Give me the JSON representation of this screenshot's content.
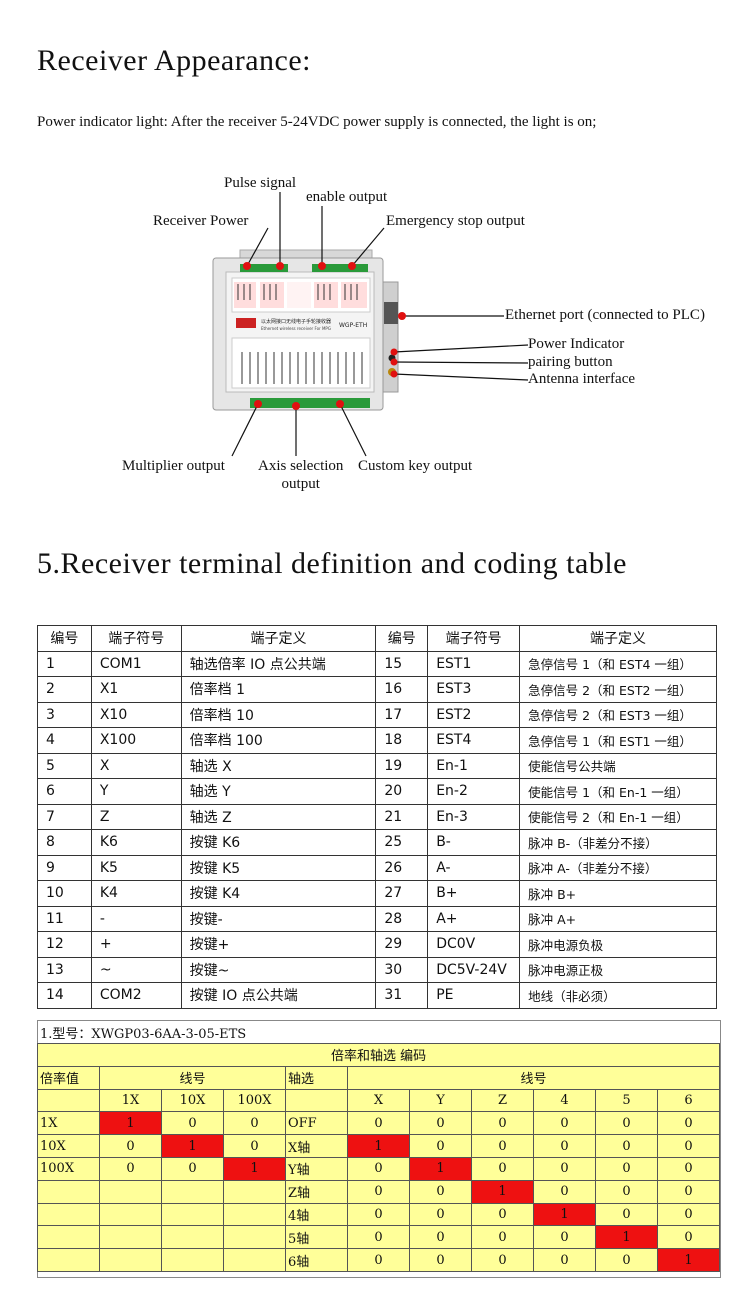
{
  "heading_appearance": "Receiver Appearance:",
  "power_note": "Power indicator light: After the receiver 5-24VDC power supply is connected, the light is on;",
  "device_labels": {
    "pulse_signal": "Pulse signal",
    "enable_output": "enable output",
    "receiver_power": "Receiver Power",
    "emergency_stop": "Emergency stop output",
    "ethernet_port": "Ethernet port (connected to PLC)",
    "power_indicator": "Power Indicator",
    "pairing_button": "pairing button",
    "antenna": "Antenna interface",
    "multiplier_output": "Multiplier output",
    "axis_selection_1": "Axis selection",
    "axis_selection_2": "output",
    "custom_key_output": "Custom key output"
  },
  "device_text": {
    "brand": "以太网接口无线电子手轮接收器",
    "sub": "Ethernet wireless receiver For MPG",
    "model": "WGP-ETH"
  },
  "heading_terminal": "5.Receiver terminal definition and coding table",
  "terminal_headers": [
    "编号",
    "端子符号",
    "端子定义",
    "编号",
    "端子符号",
    "端子定义"
  ],
  "terminal_rows": [
    [
      "1",
      "COM1",
      "轴选倍率 IO 点公共端",
      "15",
      "EST1",
      "急停信号 1（和 EST4 一组）"
    ],
    [
      "2",
      "X1",
      "倍率档 1",
      "16",
      "EST3",
      "急停信号 2（和 EST2 一组）"
    ],
    [
      "3",
      "X10",
      "倍率档 10",
      "17",
      "EST2",
      "急停信号 2（和 EST3 一组）"
    ],
    [
      "4",
      "X100",
      "倍率档 100",
      "18",
      "EST4",
      "急停信号 1（和 EST1 一组）"
    ],
    [
      "5",
      "X",
      "轴选 X",
      "19",
      "En-1",
      "使能信号公共端"
    ],
    [
      "6",
      "Y",
      "轴选 Y",
      "20",
      "En-2",
      "使能信号 1（和 En-1 一组）"
    ],
    [
      "7",
      "Z",
      "轴选 Z",
      "21",
      "En-3",
      "使能信号 2（和 En-1 一组）"
    ],
    [
      "8",
      "K6",
      "按键 K6",
      "25",
      "B-",
      "脉冲 B-（非差分不接）"
    ],
    [
      "9",
      "K5",
      "按键 K5",
      "26",
      "A-",
      "脉冲 A-（非差分不接）"
    ],
    [
      "10",
      "K4",
      "按键 K4",
      "27",
      "B+",
      "脉冲 B+"
    ],
    [
      "11",
      "-",
      "按键-",
      "28",
      "A+",
      "脉冲 A+"
    ],
    [
      "12",
      "+",
      "按键+",
      "29",
      "DC0V",
      "脉冲电源负极"
    ],
    [
      "13",
      "~",
      "按键~",
      "30",
      "DC5V-24V",
      "脉冲电源正极"
    ],
    [
      "14",
      "COM2",
      "按键 IO 点公共端",
      "31",
      "PE",
      "地线（非必须）"
    ]
  ],
  "coding": {
    "model_line": "1.型号：XWGP03-6AA-3-05-ETS",
    "banner": "倍率和轴选 编码",
    "rate_label": "倍率值",
    "line_label": "线号",
    "axis_label": "轴选",
    "rate_cols": [
      "1X",
      "10X",
      "100X"
    ],
    "axis_cols": [
      "X",
      "Y",
      "Z",
      "4",
      "5",
      "6"
    ],
    "rate_rows": [
      {
        "name": "1X",
        "vals": [
          "1",
          "0",
          "0"
        ],
        "on": 0
      },
      {
        "name": "10X",
        "vals": [
          "0",
          "1",
          "0"
        ],
        "on": 1
      },
      {
        "name": "100X",
        "vals": [
          "0",
          "0",
          "1"
        ],
        "on": 2
      }
    ],
    "axis_rows": [
      {
        "name": "OFF",
        "vals": [
          "0",
          "0",
          "0",
          "0",
          "0",
          "0"
        ],
        "on": -1
      },
      {
        "name": "X轴",
        "vals": [
          "1",
          "0",
          "0",
          "0",
          "0",
          "0"
        ],
        "on": 0
      },
      {
        "name": "Y轴",
        "vals": [
          "0",
          "1",
          "0",
          "0",
          "0",
          "0"
        ],
        "on": 1
      },
      {
        "name": "Z轴",
        "vals": [
          "0",
          "0",
          "1",
          "0",
          "0",
          "0"
        ],
        "on": 2
      },
      {
        "name": "4轴",
        "vals": [
          "0",
          "0",
          "0",
          "1",
          "0",
          "0"
        ],
        "on": 3
      },
      {
        "name": "5轴",
        "vals": [
          "0",
          "0",
          "0",
          "0",
          "1",
          "0"
        ],
        "on": 4
      },
      {
        "name": "6轴",
        "vals": [
          "0",
          "0",
          "0",
          "0",
          "0",
          "1"
        ],
        "on": 5
      }
    ]
  }
}
